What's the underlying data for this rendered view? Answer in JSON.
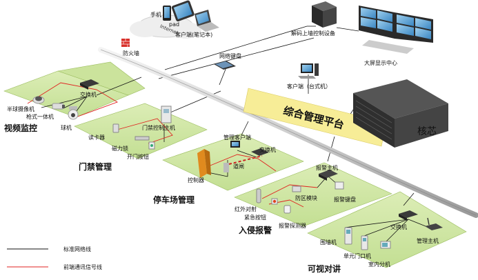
{
  "platform_title": "综合管理平台",
  "core_label": "核芯",
  "sections": {
    "video": "视频监控",
    "access": "门禁管理",
    "parking": "停车场管理",
    "intrusion": "入侵报警",
    "intercom": "可视对讲"
  },
  "top_devices": {
    "phone": "手机",
    "pad": "pad",
    "internet": "Internet",
    "laptop_client": "客户端(笔记本)",
    "firewall": "防火墙",
    "decoder": "解码上墙控制设备",
    "big_screen": "大屏显示中心",
    "network_keyboard": "网络键盘",
    "desktop_client": "客户端（台式机）"
  },
  "video_devices": {
    "switch": "交换机",
    "hemisphere_camera": "半球摄像机",
    "bullet_camera": "枪式一体机",
    "dome_camera": "球机"
  },
  "access_devices": {
    "controller_host": "门禁控制主机",
    "card_reader": "读卡器",
    "magnetic_lock": "磁力锁",
    "exit_button": "开门按钮"
  },
  "parking_devices": {
    "mgmt_client": "管理客户端",
    "switch": "交换机",
    "barrier": "道闸",
    "controller": "控制器"
  },
  "intrusion_devices": {
    "alarm_host": "报警主机",
    "zone_module": "防区模块",
    "alarm_keyboard": "报警键盘",
    "ir_beam": "红外对射",
    "emergency_button": "紧急按钮",
    "alarm_detector": "报警探测器"
  },
  "intercom_devices": {
    "switch": "交换机",
    "wall_unit": "围墙机",
    "unit_door_unit": "单元门口机",
    "indoor_unit": "室内分机",
    "mgmt_host": "管理主机"
  },
  "legend": {
    "standard_network": "标准网络线",
    "frontend_signal": "前端通讯信号线"
  },
  "colors": {
    "platform_bar": "#f7ed97",
    "panel": "#cfe6a3",
    "network_line": "#111111",
    "signal_line": "#e0221f"
  }
}
